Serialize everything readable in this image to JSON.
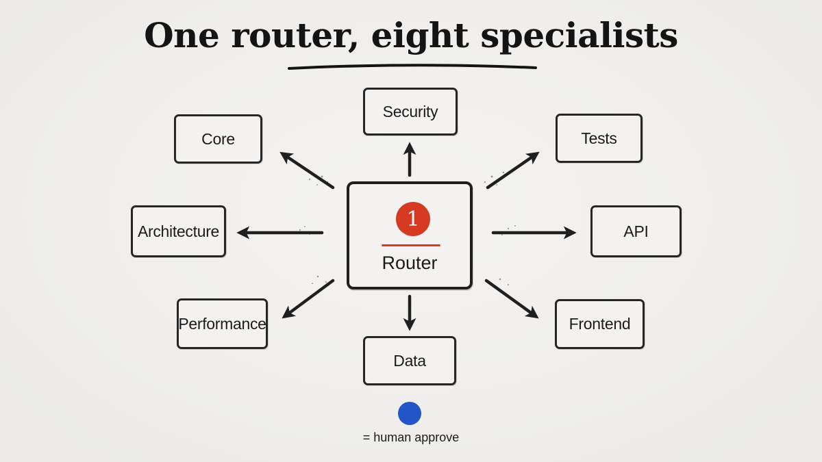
{
  "title": "One router, eight specialists",
  "router": {
    "badge": "1",
    "label": "Router"
  },
  "specialists": [
    {
      "id": "security",
      "label": "Security"
    },
    {
      "id": "core",
      "label": "Core"
    },
    {
      "id": "tests",
      "label": "Tests"
    },
    {
      "id": "architecture",
      "label": "Architecture"
    },
    {
      "id": "api",
      "label": "API"
    },
    {
      "id": "performance",
      "label": "Performance"
    },
    {
      "id": "frontend",
      "label": "Frontend"
    },
    {
      "id": "data",
      "label": "Data"
    }
  ],
  "legend": {
    "text": "= human approve",
    "dot_color": "#2455c8"
  },
  "colors": {
    "accent_red": "#d63b22",
    "stroke": "#262626"
  }
}
